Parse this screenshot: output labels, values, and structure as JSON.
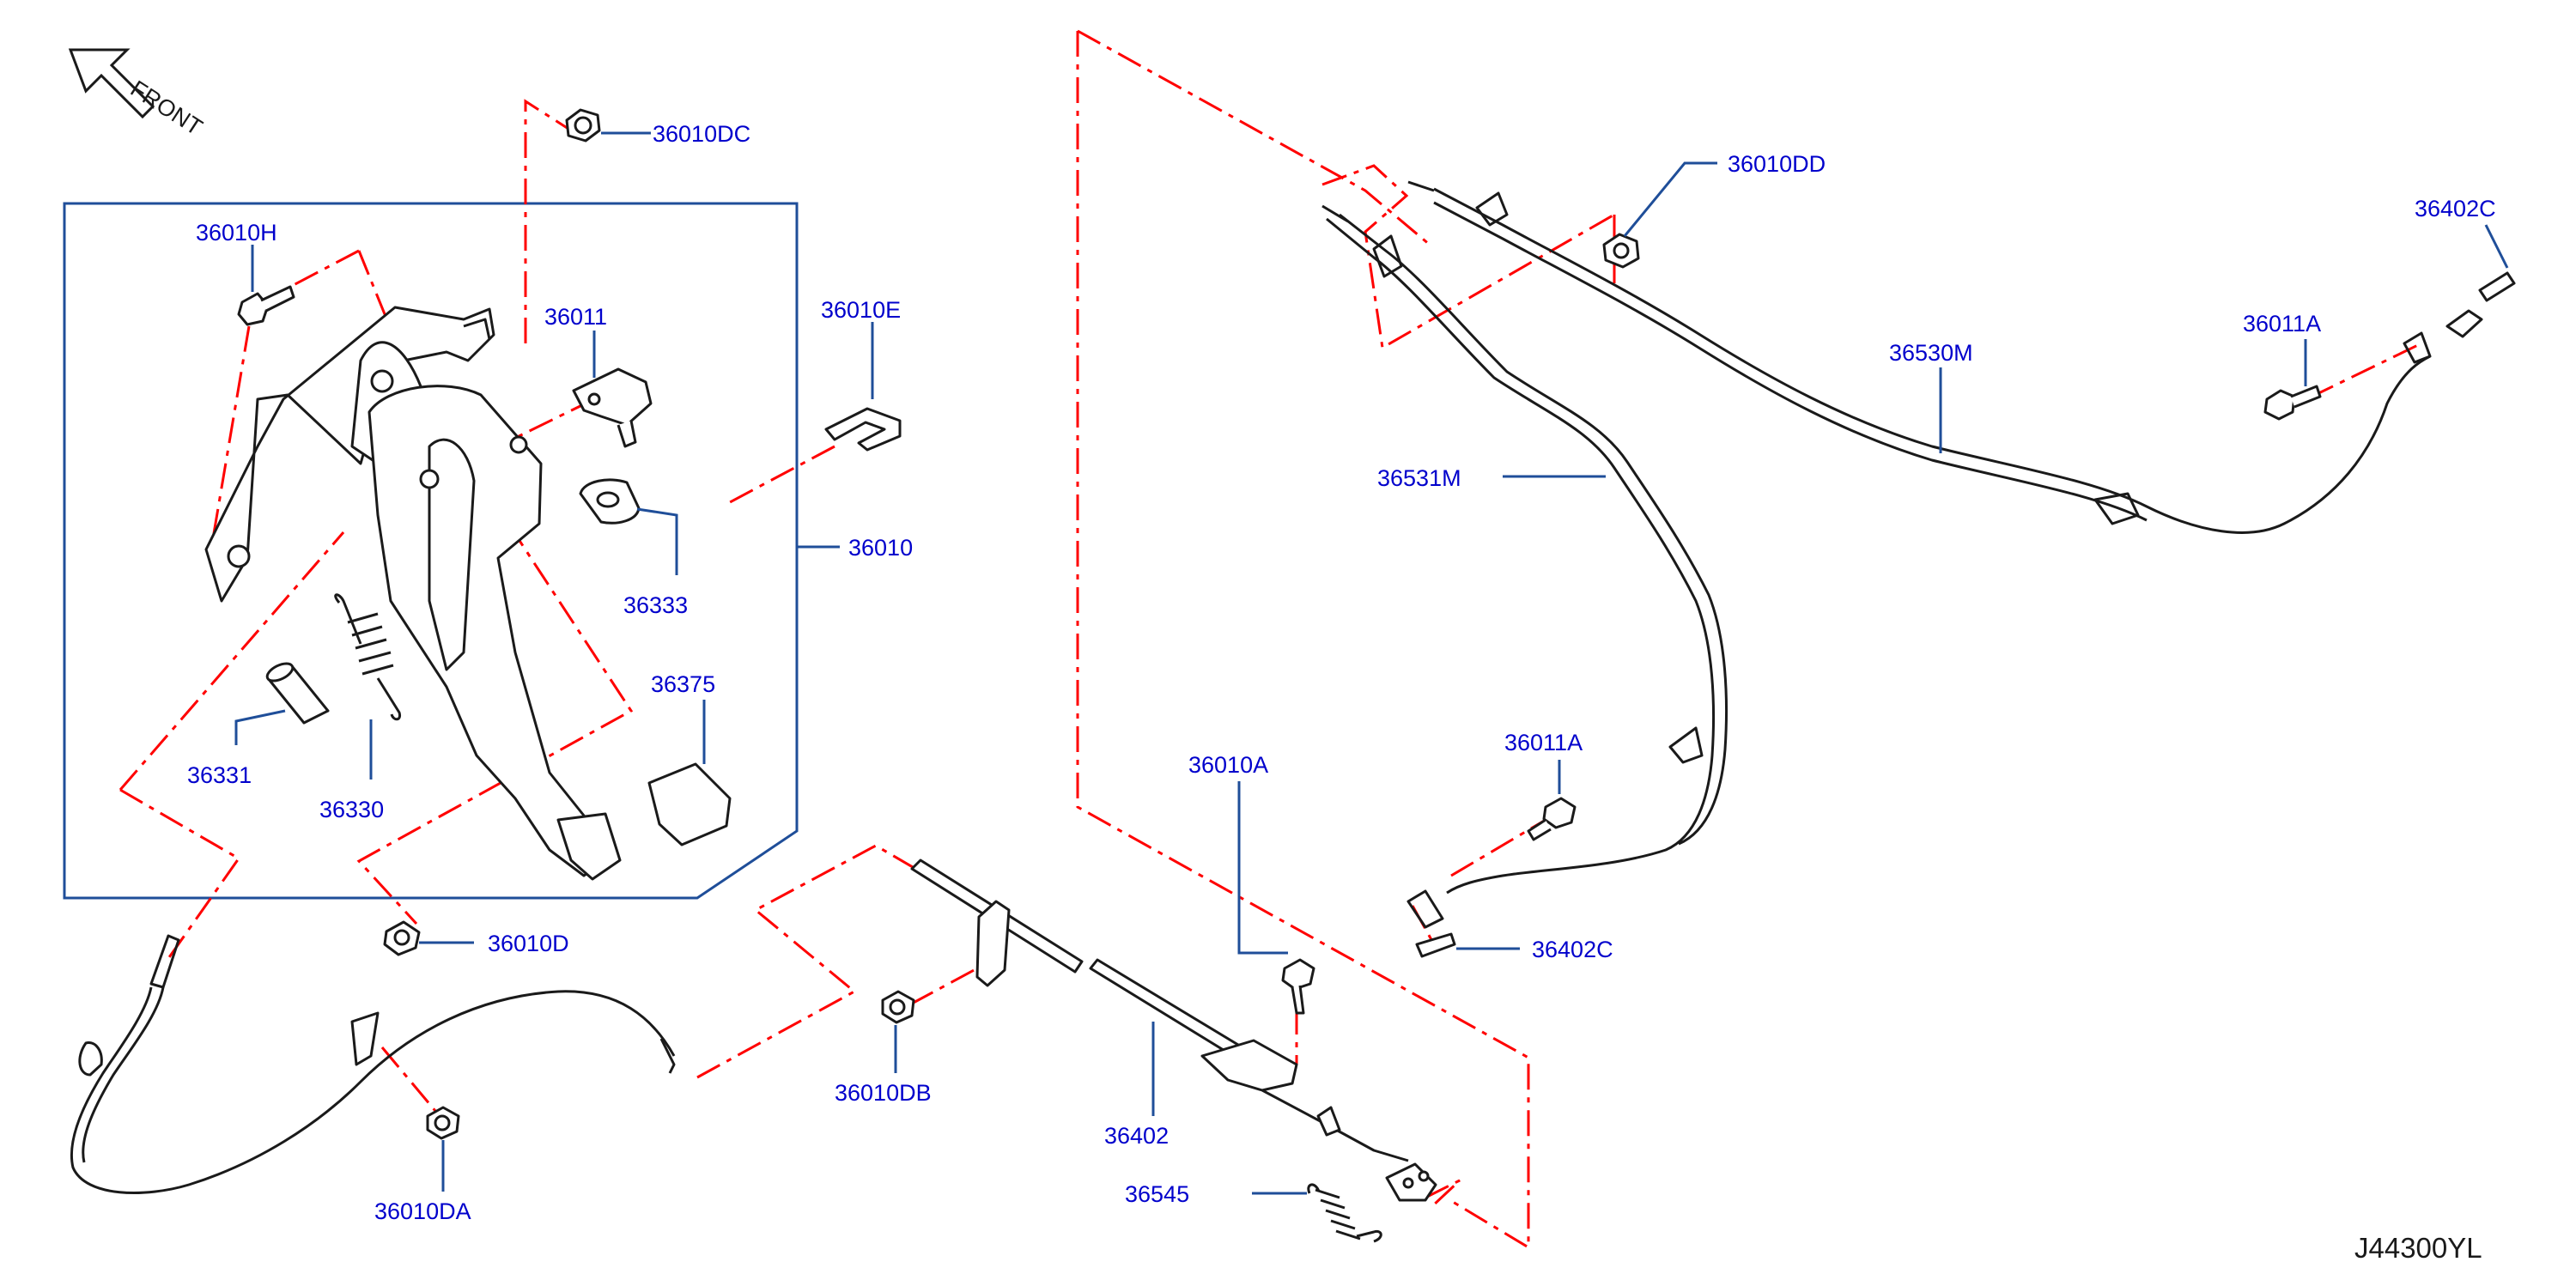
{
  "diagram_id": "J44300YL",
  "direction_label": "FRONT",
  "colors": {
    "part": "#1a1a1a",
    "callout": "#0000cc",
    "leader": "#1f4e99",
    "assembly_box": "#1f4e99",
    "phantom": "#ff0000"
  },
  "parts": [
    {
      "id": "p-36010dc",
      "label": "36010DC"
    },
    {
      "id": "p-36010h",
      "label": "36010H"
    },
    {
      "id": "p-36011",
      "label": "36011"
    },
    {
      "id": "p-36010e",
      "label": "36010E"
    },
    {
      "id": "p-36010",
      "label": "36010"
    },
    {
      "id": "p-36333",
      "label": "36333"
    },
    {
      "id": "p-36375",
      "label": "36375"
    },
    {
      "id": "p-36331",
      "label": "36331"
    },
    {
      "id": "p-36330",
      "label": "36330"
    },
    {
      "id": "p-36010d",
      "label": "36010D"
    },
    {
      "id": "p-36010da",
      "label": "36010DA"
    },
    {
      "id": "p-36010db",
      "label": "36010DB"
    },
    {
      "id": "p-36010a",
      "label": "36010A"
    },
    {
      "id": "p-36402",
      "label": "36402"
    },
    {
      "id": "p-36545",
      "label": "36545"
    },
    {
      "id": "p-36010dd",
      "label": "36010DD"
    },
    {
      "id": "p-36531m",
      "label": "36531M"
    },
    {
      "id": "p-36530m",
      "label": "36530M"
    },
    {
      "id": "p-36011a-r",
      "label": "36011A"
    },
    {
      "id": "p-36402c-r",
      "label": "36402C"
    },
    {
      "id": "p-36011a-l",
      "label": "36011A"
    },
    {
      "id": "p-36402c-l",
      "label": "36402C"
    }
  ]
}
